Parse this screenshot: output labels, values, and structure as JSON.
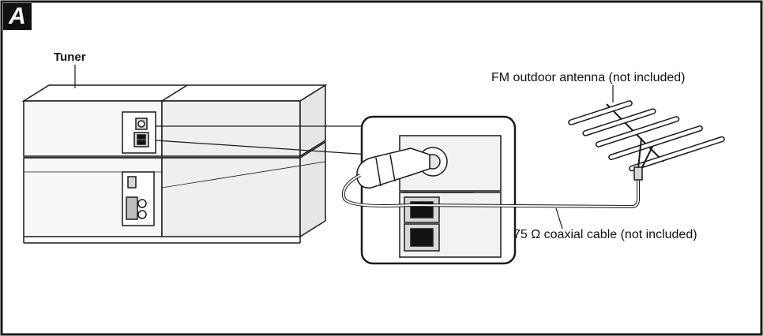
{
  "figure": {
    "section_letter": "A",
    "labels": {
      "tuner": "Tuner",
      "antenna": "FM outdoor antenna (not included)",
      "cable": "75 Ω  coaxial cable (not included)"
    }
  },
  "colors": {
    "line": "#1a1a1a",
    "fill_light": "#f7f7f7",
    "fill_shade": "#e6e6e6",
    "fill_dark": "#bdbdbd"
  }
}
